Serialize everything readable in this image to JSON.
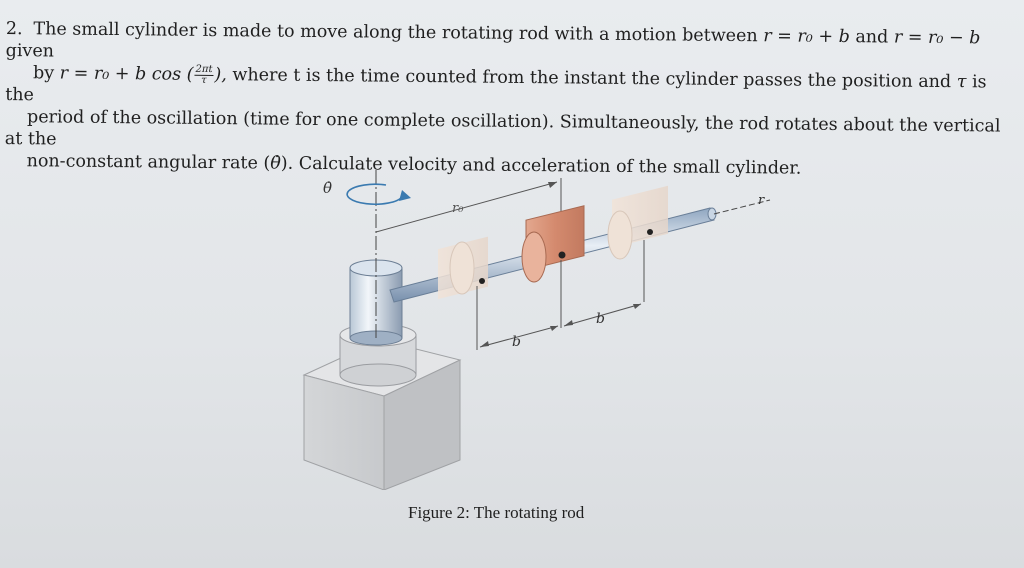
{
  "problem": {
    "number": "2.",
    "line1": "The small cylinder is made to move along the rotating rod with a motion between",
    "line1_math1": "r = r₀ + b",
    "line1_and": "and",
    "line1_math2": "r = r₀ − b",
    "line1_end": "given",
    "line2_by": "by",
    "line2_math": "r = r₀ + b cos (",
    "frac_num": "2πt",
    "frac_den": "τ",
    "line2_close": "),",
    "line2_rest": "where t is the time counted from the instant the cylinder passes the position and",
    "line2_tau": "τ",
    "line2_end": "is the",
    "line3": "period of the oscillation (time for one complete oscillation). Simultaneously, the rod rotates about the vertical at the",
    "line4_start": "non-constant angular rate (",
    "line4_theta": "θ̇",
    "line4_end": "). Calculate velocity and acceleration of the small cylinder."
  },
  "figure": {
    "theta_dot_label": "θ̇",
    "r0_label": "r₀",
    "r_label": "r",
    "b_label_1": "b",
    "b_label_2": "b",
    "caption": "Figure 2: The rotating rod"
  }
}
